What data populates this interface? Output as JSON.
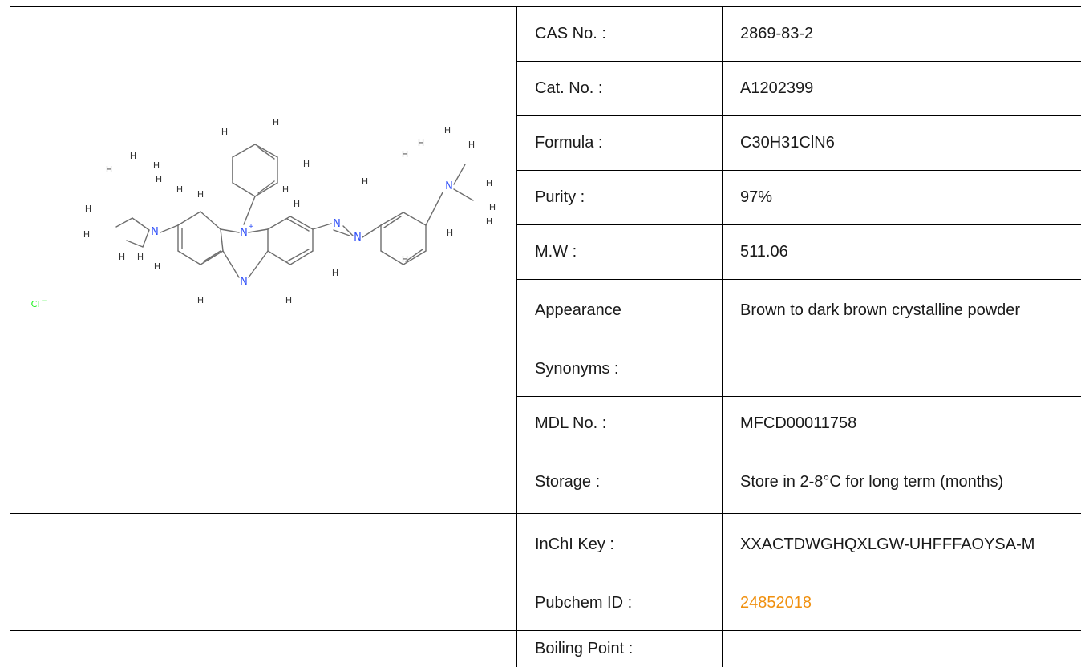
{
  "rows": [
    {
      "label": "CAS No. :",
      "value": "2869-83-2"
    },
    {
      "label": "Cat. No. :",
      "value": "A1202399"
    },
    {
      "label": "Formula :",
      "value": "C30H31ClN6"
    },
    {
      "label": "Purity :",
      "value": "97%"
    },
    {
      "label": "M.W :",
      "value": "511.06"
    },
    {
      "label": "Appearance",
      "value": "Brown to dark brown crystalline powder"
    },
    {
      "label": "Synonyms :",
      "value": ""
    },
    {
      "label": "MDL No. :",
      "value": "MFCD00011758"
    },
    {
      "label": "Storage :",
      "value": "Store in 2-8°C for long term (months)"
    },
    {
      "label": "InChI Key :",
      "value": "XXACTDWGHQXLGW-UHFFFAOYSA-M"
    },
    {
      "label": "Pubchem ID :",
      "value": "24852018"
    },
    {
      "label": "Boiling Point :",
      "value": ""
    }
  ],
  "structure": {
    "chloride": "Cl",
    "chloride_charge": "−",
    "n_plus_charge": "+",
    "atom_n": "N",
    "atom_h": "H"
  },
  "colors": {
    "link": "#f0900f",
    "nitrogen": "#3050f8",
    "chlorine": "#1ff01f",
    "bond": "#6e6e6e",
    "border": "#000000"
  }
}
